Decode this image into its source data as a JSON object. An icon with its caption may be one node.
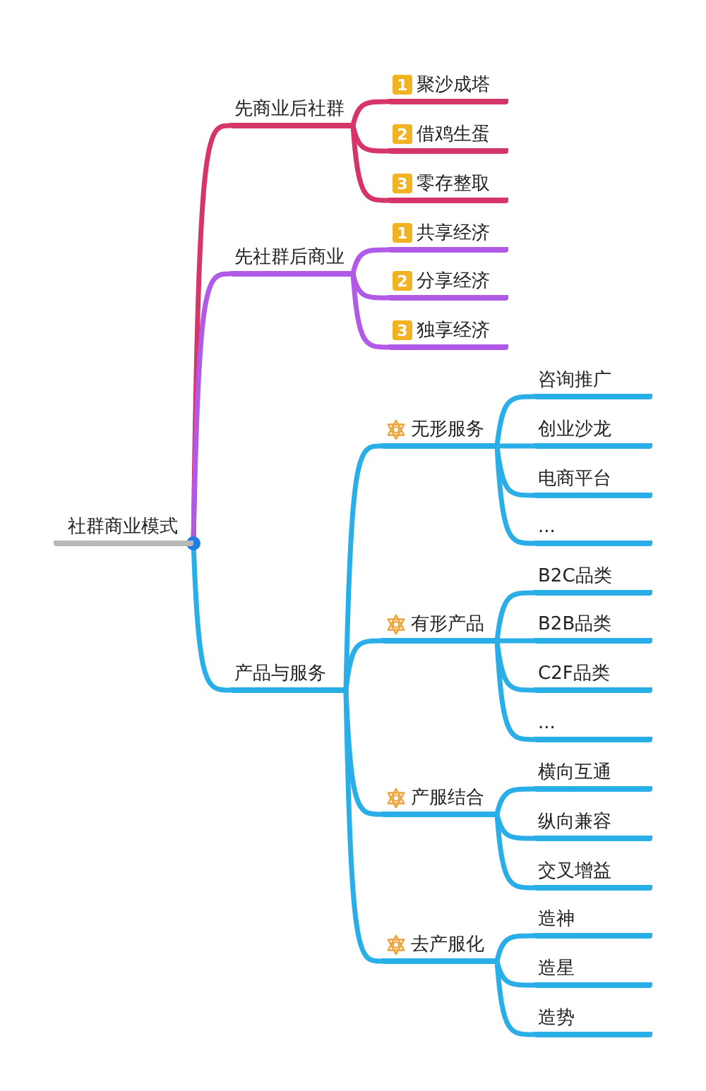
{
  "diagram": {
    "nodes": [
      {
        "text": [
          "社群商业模式"
        ]
      },
      {
        "text": [
          "先商业后社群"
        ]
      },
      {
        "text": [
          "1",
          "聚沙成塔"
        ]
      },
      {
        "text": [
          "2",
          "借鸡生蛋"
        ]
      },
      {
        "text": [
          "3",
          "零存整取"
        ]
      },
      {
        "text": [
          "先社群后商业"
        ]
      },
      {
        "text": [
          "1",
          "共享经济"
        ]
      },
      {
        "text": [
          "2",
          "分享经济"
        ]
      },
      {
        "text": [
          "3",
          "独享经济"
        ]
      },
      {
        "text": [
          "产品与服务"
        ]
      },
      {
        "text": [
          "无形服务"
        ]
      },
      {
        "text": [
          "咨询推广"
        ]
      },
      {
        "text": [
          "创业沙龙"
        ]
      },
      {
        "text": [
          "电商平台"
        ]
      },
      {
        "text": [
          "..."
        ]
      },
      {
        "text": [
          "有形产品"
        ]
      },
      {
        "text": [
          "B2C品类"
        ]
      },
      {
        "text": [
          "B2B品类"
        ]
      },
      {
        "text": [
          "C2F品类"
        ]
      },
      {
        "text": [
          "..."
        ]
      },
      {
        "text": [
          "产服结合"
        ]
      },
      {
        "text": [
          "横向互通"
        ]
      },
      {
        "text": [
          "纵向兼容"
        ]
      },
      {
        "text": [
          "交叉增益"
        ]
      },
      {
        "text": [
          "去产服化"
        ]
      },
      {
        "text": [
          "造神"
        ]
      },
      {
        "text": [
          "造星"
        ]
      },
      {
        "text": [
          "造势"
        ]
      }
    ],
    "edges": [
      {
        "from": 0,
        "to": 1,
        "arrow": "none",
        "color": "#d63567"
      },
      {
        "from": 1,
        "to": 2,
        "arrow": "none",
        "color": "#d63567"
      },
      {
        "from": 1,
        "to": 3,
        "arrow": "none",
        "color": "#d63567"
      },
      {
        "from": 1,
        "to": 4,
        "arrow": "none",
        "color": "#d63567"
      },
      {
        "from": 0,
        "to": 5,
        "arrow": "none",
        "color": "#b25ae8"
      },
      {
        "from": 5,
        "to": 6,
        "arrow": "none",
        "color": "#b25ae8"
      },
      {
        "from": 5,
        "to": 7,
        "arrow": "none",
        "color": "#b25ae8"
      },
      {
        "from": 5,
        "to": 8,
        "arrow": "none",
        "color": "#b25ae8"
      },
      {
        "from": 0,
        "to": 9,
        "arrow": "none"
      },
      {
        "from": 9,
        "to": 10,
        "arrow": "none"
      },
      {
        "from": 10,
        "to": 11,
        "arrow": "none"
      },
      {
        "from": 10,
        "to": 12,
        "arrow": "none"
      },
      {
        "from": 10,
        "to": 13,
        "arrow": "none"
      },
      {
        "from": 10,
        "to": 14,
        "arrow": "none"
      },
      {
        "from": 9,
        "to": 15,
        "arrow": "none"
      },
      {
        "from": 15,
        "to": 16,
        "arrow": "none"
      },
      {
        "from": 15,
        "to": 17,
        "arrow": "none"
      },
      {
        "from": 15,
        "to": 18,
        "arrow": "none"
      },
      {
        "from": 15,
        "to": 19,
        "arrow": "none"
      },
      {
        "from": 9,
        "to": 20,
        "arrow": "none"
      },
      {
        "from": 20,
        "to": 21,
        "arrow": "none"
      },
      {
        "from": 20,
        "to": 22,
        "arrow": "none"
      },
      {
        "from": 20,
        "to": 23,
        "arrow": "none"
      },
      {
        "from": 9,
        "to": 24,
        "arrow": "none"
      },
      {
        "from": 24,
        "to": 25,
        "arrow": "none"
      },
      {
        "from": 24,
        "to": 26,
        "arrow": "none"
      },
      {
        "from": 24,
        "to": 27,
        "arrow": "none"
      }
    ]
  }
}
